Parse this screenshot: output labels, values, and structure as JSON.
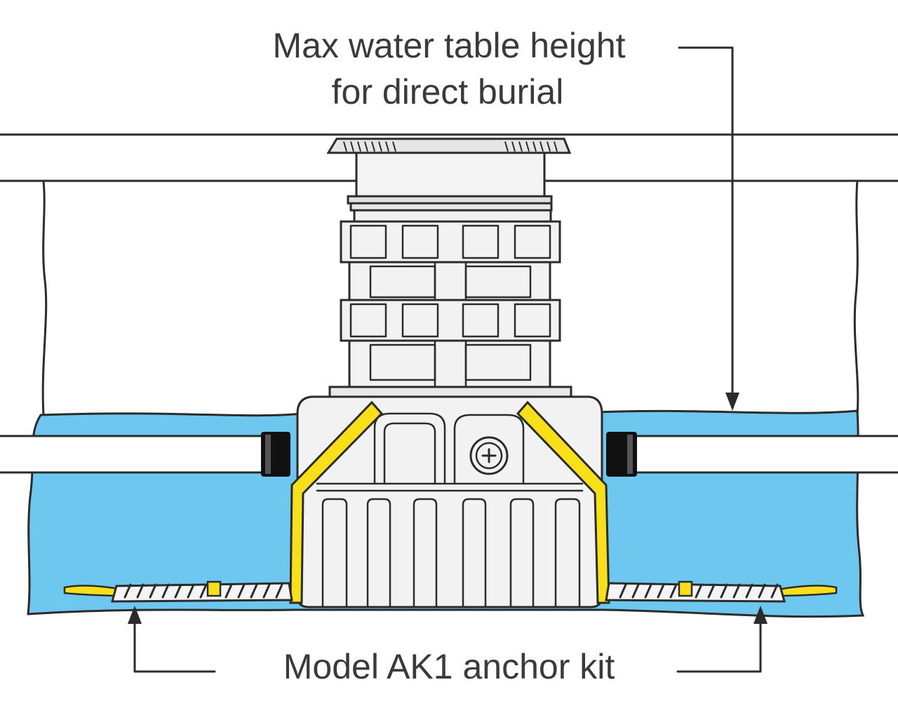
{
  "labels": {
    "water_table_line1": "Max water table height",
    "water_table_line2": "for direct burial",
    "anchor_kit": "Model AK1 anchor kit"
  },
  "colors": {
    "water": "#6ec7ee",
    "strap": "#f7e01a",
    "line": "#2b2b2b",
    "body": "#f2f2f2",
    "text": "#3a3a3a"
  }
}
